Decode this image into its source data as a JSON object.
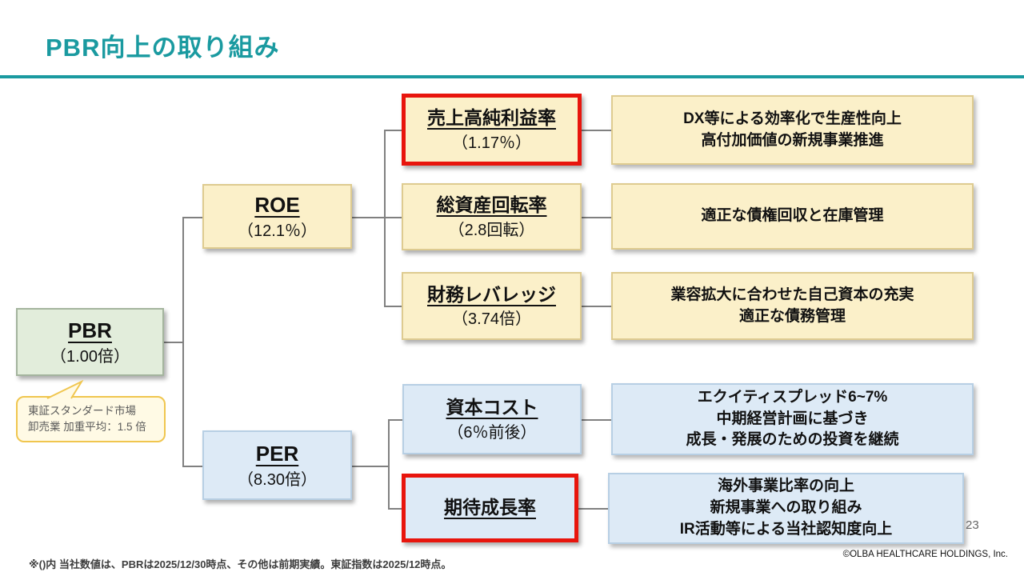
{
  "slide": {
    "title": "PBR向上の取り組み",
    "page_number": "23",
    "copyright": "©OLBA HEALTHCARE HOLDINGS, Inc.",
    "footnote": "※()内 当社数値は、PBRは2025/12/30時点、その他は前期実績。東証指数は2025/12時点。"
  },
  "colors": {
    "accent_teal": "#1A9AA0",
    "cream_fill": "#FBF0C9",
    "cream_border": "#DECB90",
    "blue_fill": "#DDEAF6",
    "blue_border": "#B7CFE4",
    "green_fill": "#E2EDDB",
    "green_border": "#A4B49E",
    "highlight_red": "#E8150D",
    "connector_gray": "#808080",
    "callout_fill": "#FFFAE5",
    "callout_border": "#F0C64F"
  },
  "nodes": {
    "pbr": {
      "label": "PBR",
      "value": "（1.00倍）"
    },
    "roe": {
      "label": "ROE",
      "value": "（12.1％）"
    },
    "per": {
      "label": "PER",
      "value": "（8.30倍）"
    },
    "net_profit_margin": {
      "label": "売上高純利益率",
      "value": "（1.17％）"
    },
    "asset_turnover": {
      "label": "総資産回転率",
      "value": "（2.8回転）"
    },
    "financial_leverage": {
      "label": "財務レバレッジ",
      "value": "（3.74倍）"
    },
    "cost_of_capital": {
      "label": "資本コスト",
      "value": "（6％前後）"
    },
    "expected_growth": {
      "label": "期待成長率"
    }
  },
  "callout": {
    "line1": "東証スタンダード市場",
    "line2": "卸売業 加重平均：1.5 倍"
  },
  "descriptions": {
    "d1": {
      "line1": "DX等による効率化で生産性向上",
      "line2": "高付加価値の新規事業推進"
    },
    "d2": {
      "line1": "適正な債権回収と在庫管理"
    },
    "d3": {
      "line1": "業容拡大に合わせた自己資本の充実",
      "line2": "適正な債務管理"
    },
    "d4": {
      "line1": "エクイティスプレッド6~7%",
      "line2": "中期経営計画に基づき",
      "line3": "成長・発展のための投資を継続"
    },
    "d5": {
      "line1": "海外事業比率の向上",
      "line2": "新規事業への取り組み",
      "line3": "IR活動等による当社認知度向上"
    }
  }
}
